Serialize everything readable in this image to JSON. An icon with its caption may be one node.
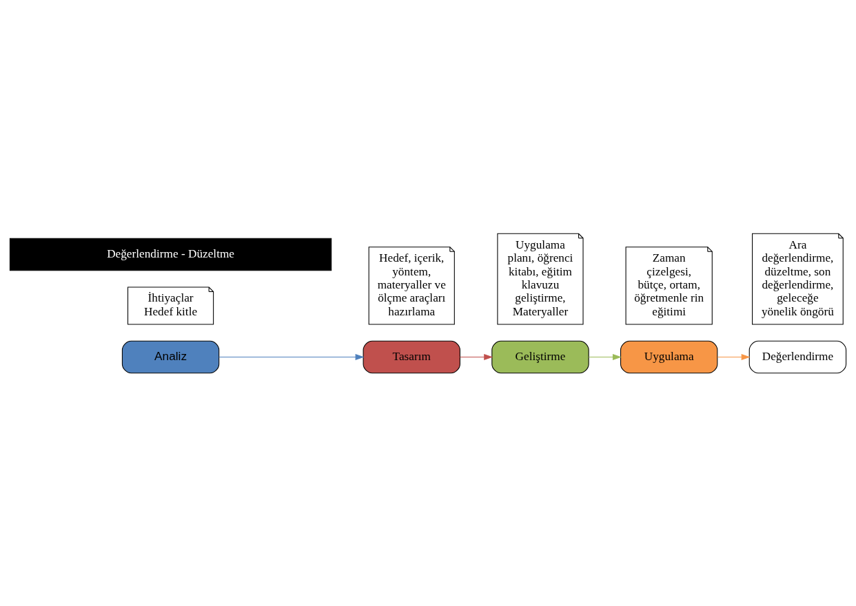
{
  "diagram": {
    "nodes": [
      {
        "text": [
          "Analiz"
        ]
      },
      {
        "text": [
          "İhtiyaçlar Hedef kitle"
        ]
      },
      {
        "text": [
          "Tasarım"
        ]
      },
      {
        "text": [
          "Hedef, içerik, yöntem, materyaller ve ölçme araçları hazırlama"
        ]
      },
      {
        "text": [
          "Uygulama planı, öğrenci kitabı, eğitim klavuzu geliştirme, Materyaller"
        ]
      },
      {
        "text": [
          "Geliştirme"
        ]
      },
      {
        "text": [
          "Uygulama"
        ]
      },
      {
        "text": [
          "Zaman çizelgesi, bütçe, ortam, öğretmenle rin eğitimi"
        ]
      },
      {
        "text": [
          "Ara değerlendirme, düzeltme, son değerlendirme, geleceğe yönelik öngörü"
        ]
      },
      {
        "text": [
          "Değerlendirme"
        ]
      },
      {
        "text": [
          "Değerlendirme - Düzeltme"
        ]
      }
    ],
    "edges": [
      {
        "from": 0,
        "to": 2,
        "arrow": "to",
        "color": "#4f81bd"
      },
      {
        "from": 2,
        "to": 5,
        "arrow": "to",
        "color": "#c0504d"
      },
      {
        "from": 5,
        "to": 6,
        "arrow": "to",
        "color": "#9bbb59"
      },
      {
        "from": 6,
        "to": 9,
        "arrow": "to",
        "color": "#f79646"
      }
    ]
  }
}
